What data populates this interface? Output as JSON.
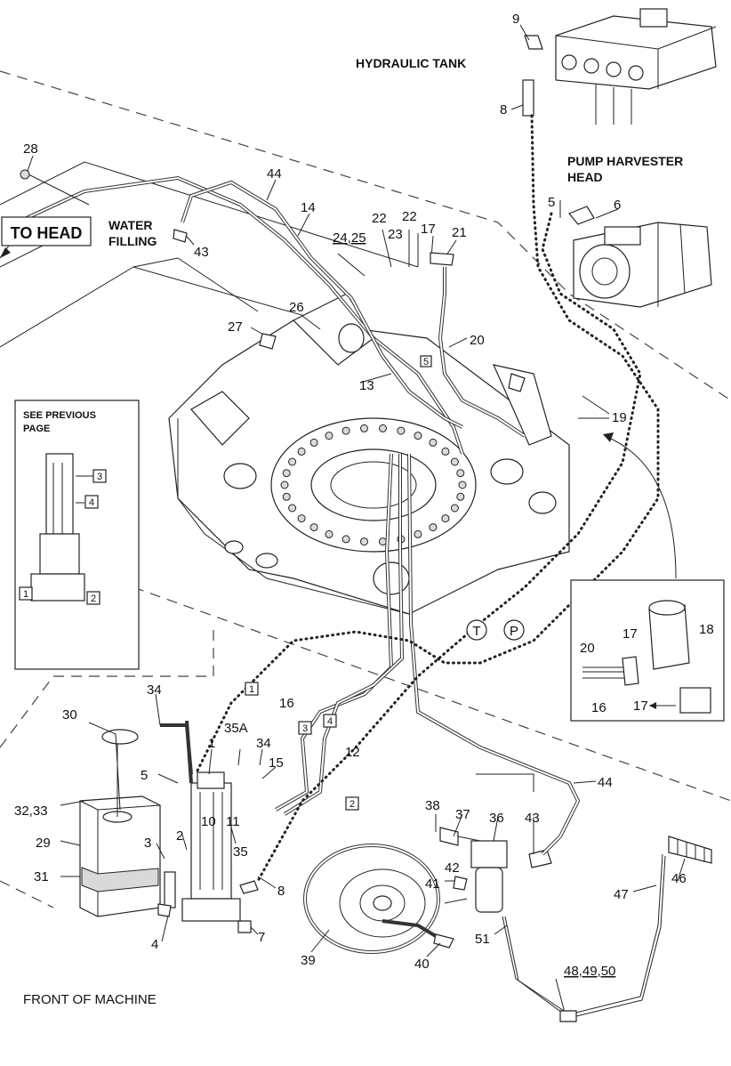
{
  "titles": {
    "hydraulic_tank": "HYDRAULIC TANK",
    "pump_line1": "PUMP HARVESTER",
    "pump_line2": "HEAD",
    "to_head": "TO HEAD",
    "water_line1": "WATER",
    "water_line2": "FILLING",
    "see_prev_line1": "SEE PREVIOUS",
    "see_prev_line2": "PAGE",
    "front": "FRONT OF MACHINE"
  },
  "callouts": {
    "c9": "9",
    "c8a": "8",
    "c28": "28",
    "c44a": "44",
    "c14": "14",
    "c22a": "22",
    "c22b": "22",
    "c2425": "24,25",
    "c23": "23",
    "c17a": "17",
    "c21": "21",
    "c43a": "43",
    "c26": "26",
    "c27": "27",
    "c20a": "20",
    "c13": "13",
    "c5a": "5",
    "c6": "6",
    "c19": "19",
    "c18": "18",
    "c17b": "17",
    "c20b": "20",
    "c16a": "16",
    "c17c": "17",
    "c34a": "34",
    "c30": "30",
    "c35a": "35A",
    "c34b": "34",
    "c1": "1",
    "c15": "15",
    "c16b": "16",
    "c12": "12",
    "c5b": "5",
    "c3233": "32,33",
    "c10": "10",
    "c11": "11",
    "c29": "29",
    "c3": "3",
    "c2": "2",
    "c35": "35",
    "c31": "31",
    "c8b": "8",
    "c4": "4",
    "c7": "7",
    "c38": "38",
    "c37": "37",
    "c36": "36",
    "c43b": "43",
    "c44b": "44",
    "c42": "42",
    "c41": "41",
    "c46": "46",
    "c47": "47",
    "c51": "51",
    "c39": "39",
    "c40": "40",
    "c484950": "48,49,50"
  },
  "boxed_refs": {
    "b1": "1",
    "b2": "2",
    "b3": "3",
    "b4": "4",
    "b5": "5",
    "inset_b3": "3",
    "inset_b4": "4",
    "inset_b1": "1",
    "inset_b2": "2"
  },
  "circled_refs": {
    "t": "T",
    "p": "P"
  }
}
